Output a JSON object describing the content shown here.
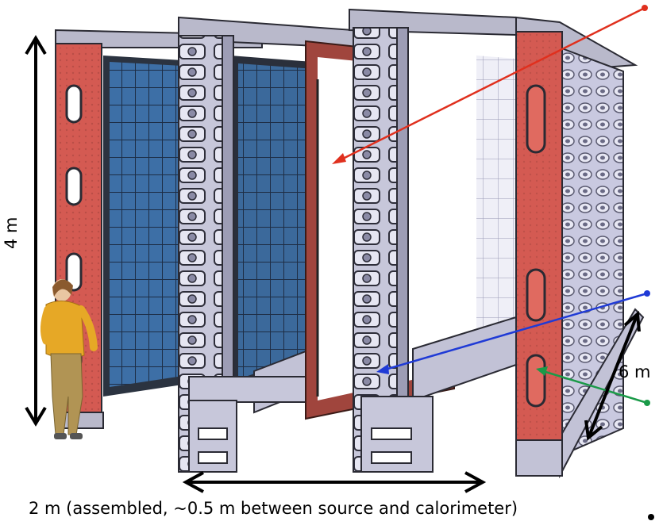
{
  "labels": {
    "height": "4 m",
    "depth": "6 m",
    "width": "2 m (assembled, ~0.5 m between source and calorimeter)"
  },
  "colors": {
    "frame_red": "#d45a52",
    "frame_gray": "#c2c2d6",
    "frame_dark": "#3a3a48",
    "mesh_blue": "#3d6fa6",
    "source_frame": "#a0453d",
    "arrow_red": "#e0301e",
    "arrow_blue": "#1f3ad6",
    "arrow_green": "#1a9a48"
  },
  "icons": [
    "human-figure-icon",
    "double-arrow-icon"
  ]
}
